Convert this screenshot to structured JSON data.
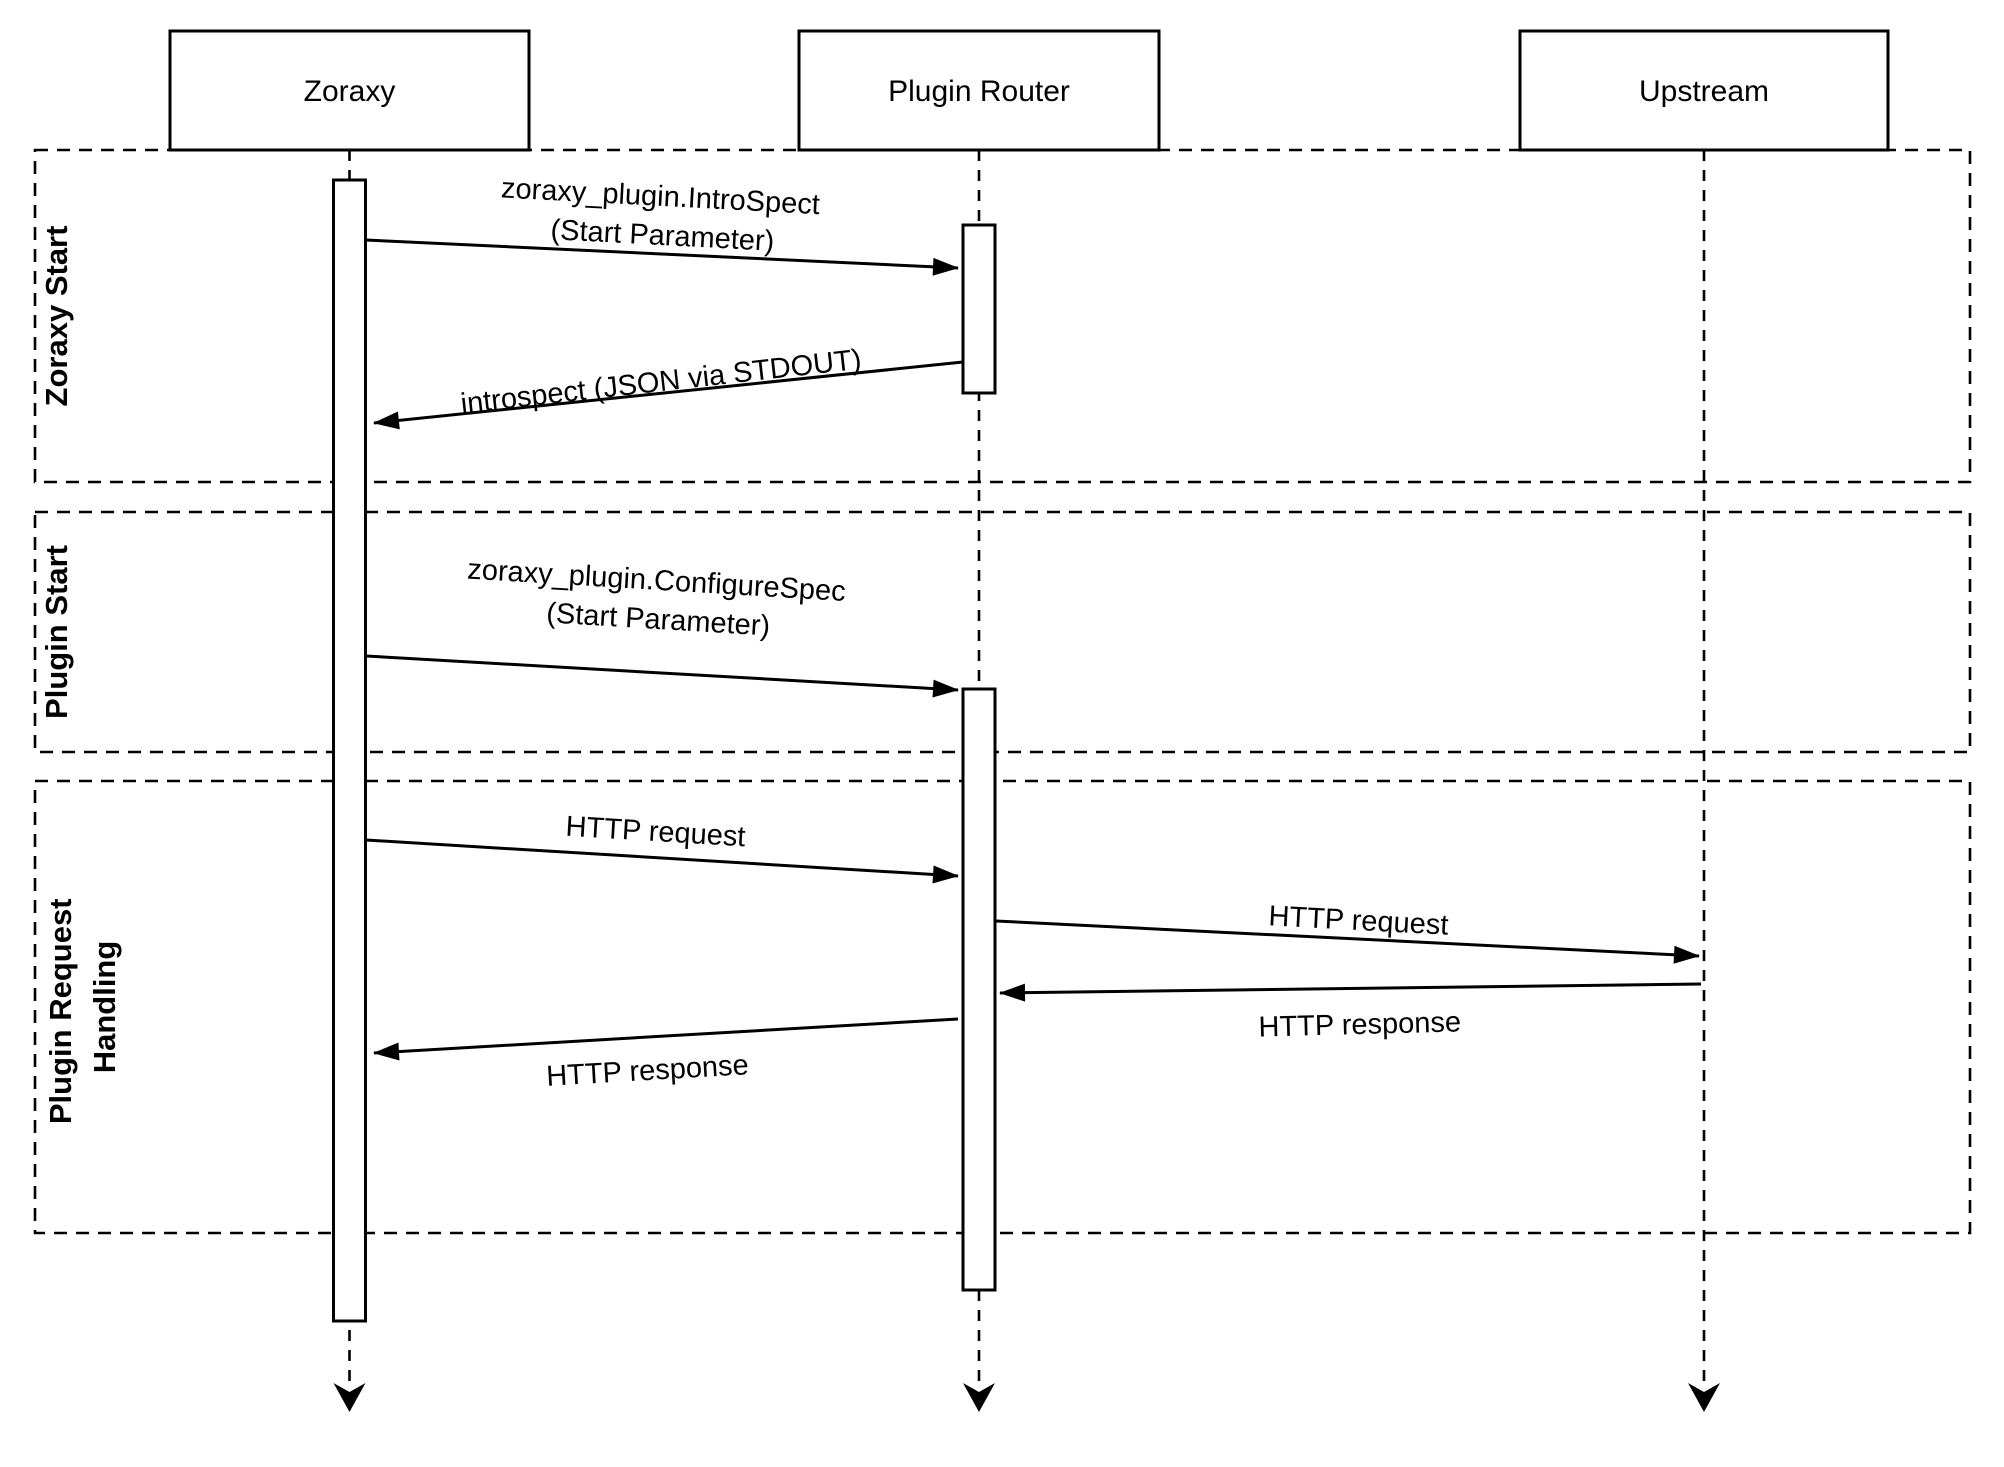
{
  "diagram": {
    "type": "sequence-diagram",
    "colors": {
      "ink": "#000000",
      "paper": "#ffffff"
    },
    "participants": [
      {
        "name": "Zoraxy"
      },
      {
        "name": "Plugin Router"
      },
      {
        "name": "Upstream"
      }
    ],
    "sections": [
      {
        "label": "Zoraxy Start"
      },
      {
        "label": "Plugin Start"
      },
      {
        "label_line1": "Plugin Request",
        "label_line2": "Handling"
      }
    ],
    "messages": {
      "introspect_call": {
        "line1": "zoraxy_plugin.IntroSpect",
        "line2": "(Start Parameter)",
        "from": "Zoraxy",
        "to": "Plugin Router"
      },
      "introspect_return": {
        "label": "introspect (JSON via STDOUT)",
        "from": "Plugin Router",
        "to": "Zoraxy"
      },
      "configure_call": {
        "line1": "zoraxy_plugin.ConfigureSpec",
        "line2": "(Start Parameter)",
        "from": "Zoraxy",
        "to": "Plugin Router"
      },
      "http_request_in": {
        "label": "HTTP request",
        "from": "Zoraxy",
        "to": "Plugin Router"
      },
      "http_request_upstream": {
        "label": "HTTP request",
        "from": "Plugin Router",
        "to": "Upstream"
      },
      "http_response_upstream": {
        "label": "HTTP response",
        "from": "Upstream",
        "to": "Plugin Router"
      },
      "http_response_out": {
        "label": "HTTP response",
        "from": "Plugin Router",
        "to": "Zoraxy"
      }
    }
  }
}
